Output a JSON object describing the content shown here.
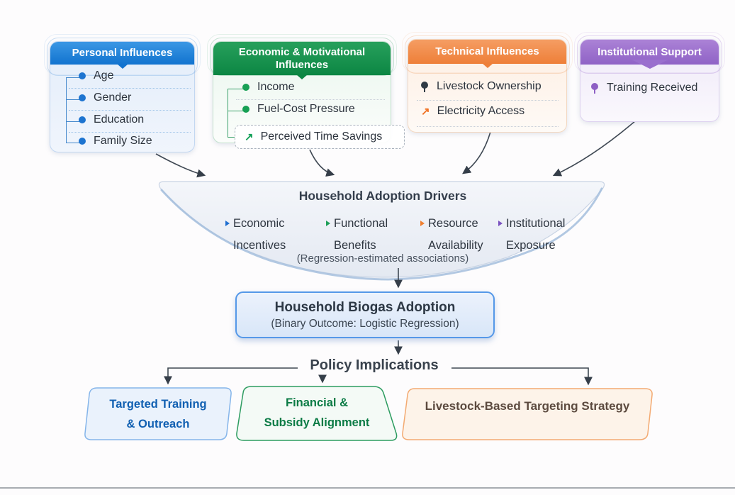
{
  "cards": [
    {
      "title": "Personal Influences",
      "accent": "#1478d2",
      "items": [
        {
          "label": "Age",
          "icon": "dot"
        },
        {
          "label": "Gender",
          "icon": "dot"
        },
        {
          "label": "Education",
          "icon": "dot"
        },
        {
          "label": "Family Size",
          "icon": "dot"
        }
      ]
    },
    {
      "title": "Economic & Motivational Influences",
      "accent": "#0f8f49",
      "items": [
        {
          "label": "Income",
          "icon": "dot"
        },
        {
          "label": "Fuel-Cost Pressure",
          "icon": "dot"
        },
        {
          "label": "Perceived Time Savings",
          "icon": "trend-arrow"
        }
      ]
    },
    {
      "title": "Technical Influences",
      "accent": "#f0823f",
      "items": [
        {
          "label": "Livestock Ownership",
          "icon": "pin"
        },
        {
          "label": "Electricity Access",
          "icon": "trend-arrow"
        }
      ]
    },
    {
      "title": "Institutional Support",
      "accent": "#9a6fce",
      "items": [
        {
          "label": "Training Received",
          "icon": "pin"
        }
      ]
    }
  ],
  "funnel": {
    "title": "Household Adoption Drivers",
    "drivers": [
      {
        "line1": "Economic",
        "line2": "Incentives",
        "accent": "#1f6fd0"
      },
      {
        "line1": "Functional",
        "line2": "Benefits",
        "accent": "#1fa05a"
      },
      {
        "line1": "Resource",
        "line2": "Availability",
        "accent": "#f08030"
      },
      {
        "line1": "Institutional",
        "line2": "Exposure",
        "accent": "#7a52c0"
      }
    ],
    "note": "(Regression-estimated associations)"
  },
  "outcome": {
    "title": "Household Biogas Adoption",
    "subtitle": "(Binary Outcome: Logistic Regression)"
  },
  "policy": {
    "heading": "Policy Implications",
    "boxes": [
      {
        "line1": "Targeted Training",
        "line2": "& Outreach",
        "text_color": "#1160b2"
      },
      {
        "line1": "Financial &",
        "line2": "Subsidy Alignment",
        "text_color": "#0b7b45"
      },
      {
        "line1": "Livestock-Based Targeting Strategy",
        "line2": "",
        "text_color": "#5c4a3f"
      }
    ]
  },
  "colors": {
    "arrow": "#3f4853",
    "funnel_fill_top": "#f4f6fa",
    "funnel_fill_bottom": "#e4e9f2",
    "funnel_rim": "#a4bedd",
    "outcome_border": "#5598e8",
    "policy_left_border": "#85b5ea",
    "policy_mid_border": "#2d9c60",
    "policy_right_border": "#f3aa72"
  }
}
